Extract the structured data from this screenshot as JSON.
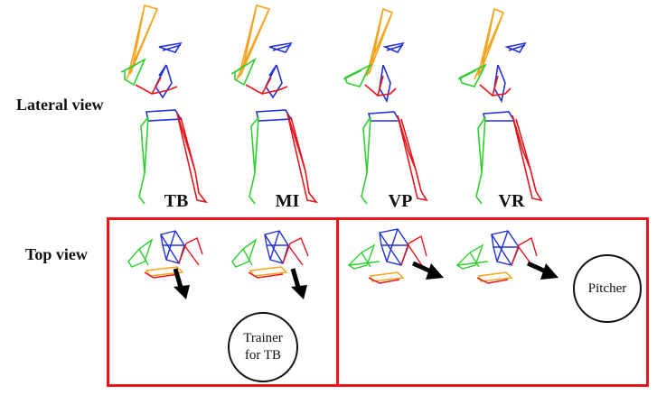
{
  "row_labels": {
    "lateral": "Lateral view",
    "top": "Top view"
  },
  "conditions": [
    "TB",
    "MI",
    "VP",
    "VR"
  ],
  "circles": {
    "trainer": {
      "line1": "Trainer",
      "line2": "for TB"
    },
    "pitcher": "Pitcher"
  },
  "colors": {
    "left_arm": "#2fcf2f",
    "right_arm": "#e8141a",
    "torso": "#2230d8",
    "bat": "#f5a21b",
    "frame": "#e8141a"
  }
}
